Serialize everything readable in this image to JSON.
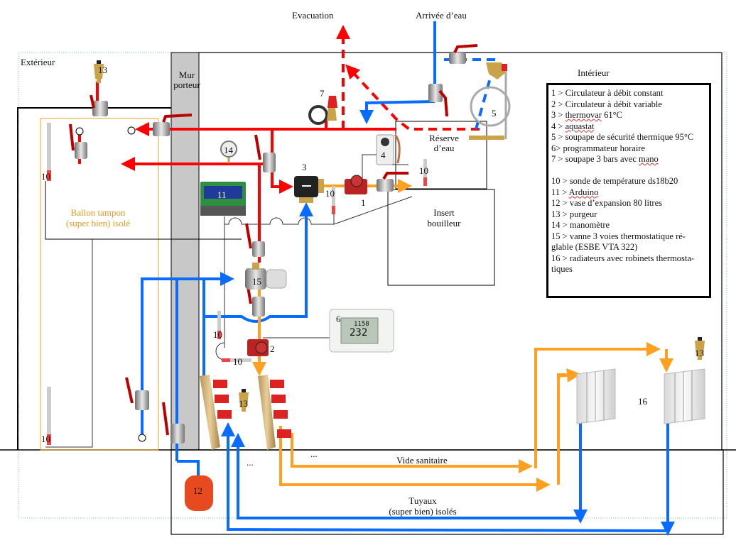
{
  "zones": {
    "exterieur": "Extérieur",
    "interieur": "Intérieur",
    "mur_porteur": [
      "Mur",
      "porteur"
    ],
    "reserve": [
      "Réserve",
      "d’eau"
    ],
    "insert": [
      "Insert",
      "bouilleur"
    ],
    "ballon": [
      "Ballon tampon",
      "(super bien) isolé"
    ],
    "vide_sanitaire": "Vide sanitaire",
    "tuyaux": [
      "Tuyaux",
      "(super bien) isolés"
    ],
    "ellipsis": "..."
  },
  "flows": {
    "evacuation": "Evacuation",
    "arrivee": "Arrivée d’eau"
  },
  "colors": {
    "hot": "#ff0000",
    "cold": "#0a6cff",
    "mixed": "#ffa020",
    "wall": "#c8c8c8",
    "ballon_border": "#e8a020"
  },
  "component_tags": {
    "n1": "1",
    "n2": "2",
    "n3": "3",
    "n4": "4",
    "n5": "5",
    "n6": "6",
    "n7": "7",
    "n10": "10",
    "n11": "11",
    "n12": "12",
    "n13": "13",
    "n14": "14",
    "n15": "15",
    "n16": "16"
  },
  "thermostat_display": {
    "time": "1158",
    "temp": "232"
  },
  "legend": {
    "items": [
      {
        "prefix": "1 > ",
        "text": "Circulateur à débit constant"
      },
      {
        "prefix": "2 > ",
        "text": "Circulateur à débit variable"
      },
      {
        "prefix": "3 > ",
        "text": "thermovar",
        "suffix": " 61°C"
      },
      {
        "prefix": "4 > ",
        "text": "aquastat",
        "suffix": ""
      },
      {
        "prefix": "5 > ",
        "text": "soupape de sécurité thermique 95°C"
      },
      {
        "prefix": "6> ",
        "text": "programmateur horaire"
      },
      {
        "prefix": "7 > ",
        "text": "soupape 3 bars avec ",
        "suffix": "mano"
      },
      {
        "prefix": "10 > ",
        "text": "sonde de température ds18b20"
      },
      {
        "prefix": "11 > ",
        "text": "Arduino"
      },
      {
        "prefix": "12 > ",
        "text": "vase d’expansion 80 litres"
      },
      {
        "prefix": "13 > ",
        "text": "purgeur"
      },
      {
        "prefix": "14 > ",
        "text": "manomètre"
      },
      {
        "prefix": "15 > ",
        "text": "vanne 3 voies thermostatique ré-glable (ESBE VTA 322)"
      },
      {
        "prefix": "16 > ",
        "text": "radiateurs avec robinets thermosta-tiques"
      }
    ]
  }
}
